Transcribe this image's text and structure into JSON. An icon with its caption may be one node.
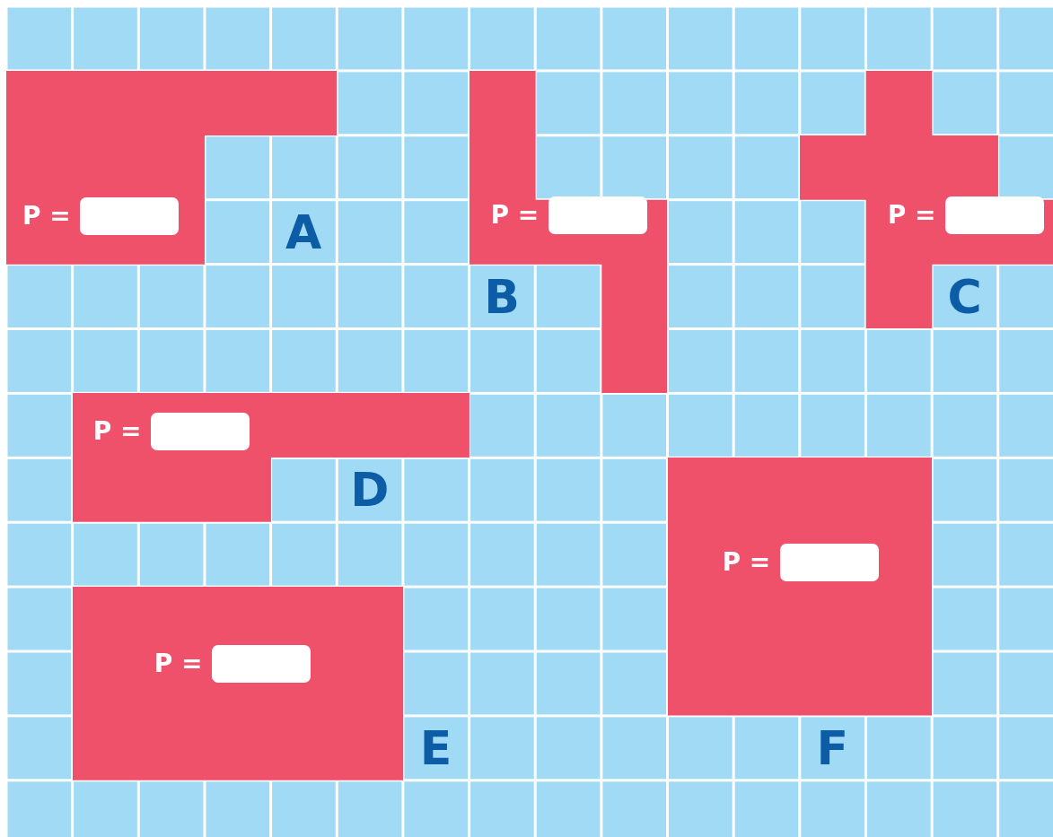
{
  "diagram": {
    "nodes": [
      {
        "text": [
          "P ="
        ],
        "beside": [
          "A"
        ]
      },
      {
        "text": [
          "P ="
        ],
        "beside": [
          "B"
        ]
      },
      {
        "text": [
          "P ="
        ],
        "beside": [
          "C"
        ]
      },
      {
        "text": [
          "P ="
        ],
        "beside": [
          "D"
        ]
      },
      {
        "text": [
          "P ="
        ],
        "beside": [
          "E"
        ]
      },
      {
        "text": [
          "P ="
        ],
        "beside": [
          "F"
        ]
      }
    ]
  }
}
